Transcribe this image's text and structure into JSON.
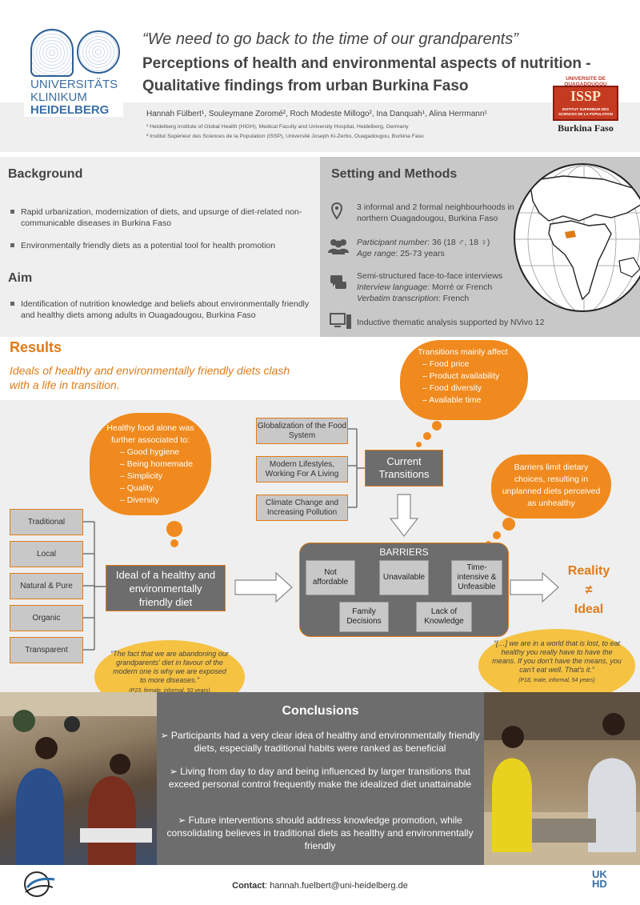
{
  "header": {
    "uni_lines": [
      "UNIVERSITÄTS",
      "KLINIKUM",
      "HEIDELBERG"
    ],
    "quote_title": "“We need to go back to the time of our grandparents”",
    "title": "Perceptions of health and environmental aspects of nutrition - Qualitative findings from urban Burkina Faso",
    "authors": "Hannah Fülbert¹, Souleymane Zoromé², Roch Modeste Millogo², Ina Danquah¹, Alina Herrmann¹",
    "affiliation_1": "¹ Heidelberg Institute of Global Health (HIGH), Medical Faculty and University Hospital, Heidelberg, Germany",
    "affiliation_2": "² Institut Supérieur des Sciences de la Population (ISSP), Université Joseph Ki-Zerbo, Ouagadougou, Burkina Faso",
    "issp": {
      "arc_text": "UNIVERSITE DE OUAGADOUGOU",
      "name": "ISSP",
      "sub_1": "INSTITUT SUPERIEUR DES",
      "sub_2": "SCIENCES DE LA POPULATION",
      "country": "Burkina Faso"
    }
  },
  "background": {
    "heading": "Background",
    "items": [
      "Rapid urbanization, modernization of diets, and upsurge of diet-related non-communicable diseases in Burkina Faso",
      "Environmentally friendly diets as a potential tool for health promotion"
    ]
  },
  "aim": {
    "heading": "Aim",
    "items": [
      "Identification of nutrition knowledge and beliefs about environmentally friendly and healthy diets among adults in Ouagadougou, Burkina Faso"
    ]
  },
  "setting": {
    "heading": "Setting and Methods",
    "location": "3 informal and 2 formal neighbourhoods in northern Ouagadougou, Burkina Faso",
    "participant_label": "Participant number",
    "participant_value": ": 36 (18 ♂, 18 ♀)",
    "age_label": "Age range",
    "age_value": ": 25-73 years",
    "interviews": "Semi-structured face-to-face interviews",
    "language_label": "Interview language",
    "language_value": ": Morré or French",
    "transcription_label": "Verbatim transcription",
    "transcription_value": ": French",
    "analysis": "Inductive thematic analysis supported by NVivo 12"
  },
  "results": {
    "heading": "Results",
    "subheading": "Ideals of healthy and environmentally friendly diets clash with a life in transition.",
    "healthy_cloud": {
      "title": "Healthy food alone was further associated to:",
      "items": [
        "Good hygiene",
        "Being homemade",
        "Simplicity",
        "Quality",
        "Diversity"
      ]
    },
    "transitions_cloud": {
      "title": "Transitions mainly affect",
      "items": [
        "Food price",
        "Product availability",
        "Food diversity",
        "Available time"
      ]
    },
    "barriers_cloud": "Barriers limit dietary choices, resulting in unplanned diets perceived as unhealthy",
    "attributes": [
      "Traditional",
      "Local",
      "Natural & Pure",
      "Organic",
      "Transparent"
    ],
    "ideal_box": "Ideal of a healthy and environmentally friendly diet",
    "drivers": [
      "Globalization of the Food System",
      "Modern Lifestyles, Working For A Living",
      "Climate Change and Increasing Pollution"
    ],
    "current_transitions": "Current Transitions",
    "barriers_heading": "BARRIERS",
    "barriers": [
      "Not affordable",
      "Unavailable",
      "Time-intensive & Unfeasible",
      "Family Decisions",
      "Lack of Knowledge"
    ],
    "reality_1": "Reality",
    "reality_2": "≠",
    "reality_3": "Ideal",
    "quote_left": "“The fact that we are abandoning our grandparents' diet in favour of the modern one is why we are exposed to more diseases.”",
    "quote_left_src": "(P23, female, informal, 50 years)",
    "quote_right": "“[…] we are in a world that is lost, to eat healthy you really have to have the means. If you don't have the means, you can't eat well. That's it.”",
    "quote_right_src": "(P18, male, informal, 54 years)"
  },
  "conclusions": {
    "heading": "Conclusions",
    "items": [
      "➢ Participants had a very clear idea of healthy and environmentally friendly diets, especially traditional habits were ranked as beneficial",
      "➢ Living from day to day and being influenced by larger transitions that exceed personal control frequently make the idealized diet unattainable",
      "➢ Future interventions should address knowledge promotion, while consolidating believes in traditional diets as healthy and environmentally friendly"
    ]
  },
  "footer": {
    "contact_label": "Contact",
    "contact_email": ": hannah.fuelbert@uni-heidelberg.de",
    "uk_logo_1": "UK",
    "uk_logo_2": "HD"
  },
  "colors": {
    "accent_orange": "#e07b17",
    "cloud_orange": "#f08a1e",
    "quote_yellow": "#f5c242",
    "dark_gray": "#6d6d6d",
    "uni_blue": "#3a6ea5"
  }
}
